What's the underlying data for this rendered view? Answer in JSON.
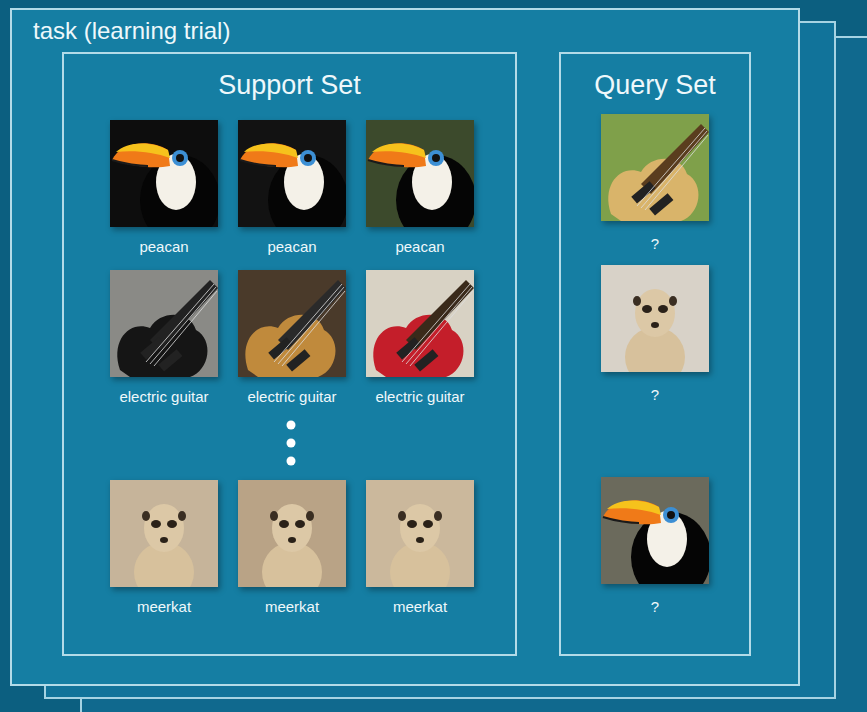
{
  "diagram": {
    "nodes": [
      {
        "text": [
          "task (learning trial)"
        ]
      },
      {
        "text": [
          "Support Set"
        ],
        "in": 0
      },
      {
        "text": [
          "Query Set"
        ],
        "in": 0
      },
      {
        "text": [
          "peacan"
        ],
        "in": 1
      },
      {
        "text": [
          "peacan"
        ],
        "in": 1
      },
      {
        "text": [
          "peacan"
        ],
        "in": 1
      },
      {
        "text": [
          "electric guitar"
        ],
        "in": 1
      },
      {
        "text": [
          "electric guitar"
        ],
        "in": 1
      },
      {
        "text": [
          "electric guitar"
        ],
        "in": 1
      },
      {
        "text": [
          "meerkat"
        ],
        "in": 1
      },
      {
        "text": [
          "meerkat"
        ],
        "in": 1
      },
      {
        "text": [
          "meerkat"
        ],
        "in": 1
      },
      {
        "text": [
          "?"
        ],
        "in": 2
      },
      {
        "text": [
          "?"
        ],
        "in": 2
      },
      {
        "text": [
          "?"
        ],
        "in": 2
      }
    ]
  }
}
